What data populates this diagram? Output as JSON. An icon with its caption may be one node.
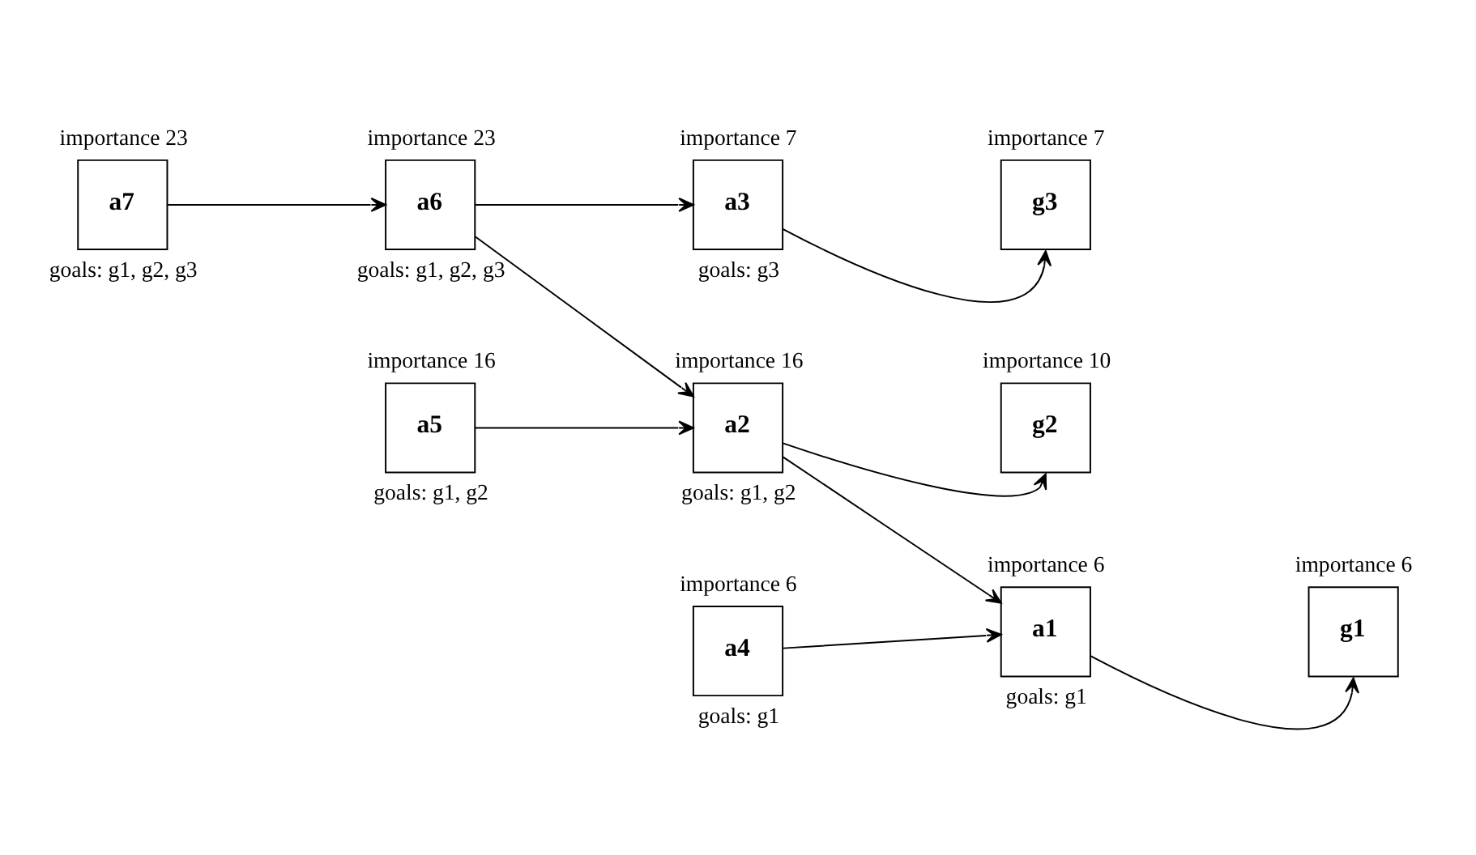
{
  "diagram": {
    "nodes": [
      {
        "text": [
          "importance 23",
          "a7"
        ],
        "beside": [
          "goals: g1, g2, g3"
        ]
      },
      {
        "text": [
          "importance 23",
          "a6"
        ],
        "beside": [
          "goals: g1, g2, g3"
        ]
      },
      {
        "text": [
          "importance 7",
          "a3"
        ],
        "beside": [
          "goals: g3"
        ]
      },
      {
        "text": [
          "importance 7",
          "g3"
        ]
      },
      {
        "text": [
          "importance 16",
          "a5"
        ],
        "beside": [
          "goals: g1, g2"
        ]
      },
      {
        "text": [
          "importance 16",
          "a2"
        ],
        "beside": [
          "goals: g1, g2"
        ]
      },
      {
        "text": [
          "importance 10",
          "g2"
        ]
      },
      {
        "text": [
          "importance 6",
          "a4"
        ],
        "beside": [
          "goals: g1"
        ]
      },
      {
        "text": [
          "importance 6",
          "a1"
        ],
        "beside": [
          "goals: g1"
        ]
      },
      {
        "text": [
          "importance 6",
          "g1"
        ]
      }
    ],
    "edges": [
      {
        "from": 0,
        "to": 1,
        "arrow": "to"
      },
      {
        "from": 1,
        "to": 2,
        "arrow": "to"
      },
      {
        "from": 2,
        "to": 3,
        "arrow": "to"
      },
      {
        "from": 1,
        "to": 5,
        "arrow": "to"
      },
      {
        "from": 4,
        "to": 5,
        "arrow": "to"
      },
      {
        "from": 5,
        "to": 6,
        "arrow": "to"
      },
      {
        "from": 5,
        "to": 8,
        "arrow": "to"
      },
      {
        "from": 7,
        "to": 8,
        "arrow": "to"
      },
      {
        "from": 8,
        "to": 9,
        "arrow": "to"
      }
    ]
  }
}
